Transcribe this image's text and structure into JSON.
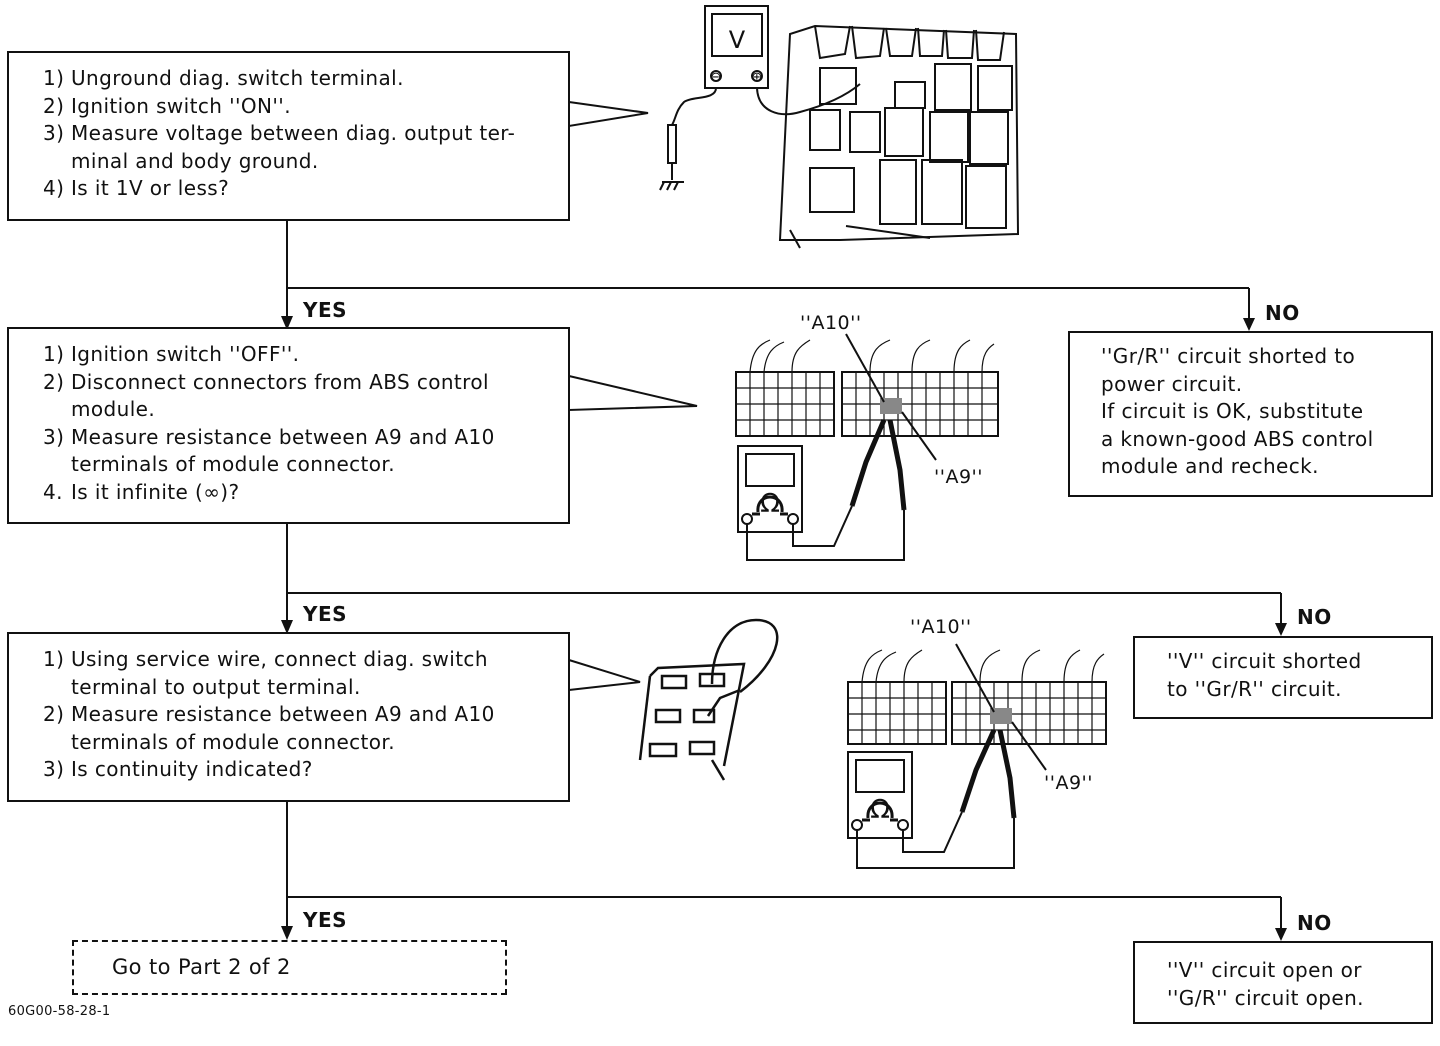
{
  "step1": {
    "items": [
      {
        "num": "1)",
        "text": "Unground diag. switch terminal."
      },
      {
        "num": "2)",
        "text": "Ignition switch ''ON''."
      },
      {
        "num": "3)",
        "text": "Measure voltage between diag. output ter-minal and body ground."
      },
      {
        "num": "4)",
        "text": "Is it 1V or less?"
      }
    ]
  },
  "step2": {
    "items": [
      {
        "num": "1)",
        "text": "Ignition switch ''OFF''."
      },
      {
        "num": "2)",
        "text": "Disconnect connectors from ABS control module."
      },
      {
        "num": "3)",
        "text": "Measure resistance between A9 and A10 terminals of module connector."
      },
      {
        "num": "4.",
        "text": "Is it infinite (∞)?"
      }
    ]
  },
  "step3": {
    "items": [
      {
        "num": "1)",
        "text": "Using service wire, connect diag. switch terminal to output terminal."
      },
      {
        "num": "2)",
        "text": "Measure resistance between A9 and A10 terminals of module connector."
      },
      {
        "num": "3)",
        "text": "Is continuity indicated?"
      }
    ]
  },
  "branch_labels": {
    "yes": "YES",
    "no": "NO"
  },
  "result1": {
    "lines": [
      "''Gr/R'' circuit shorted to",
      "power circuit.",
      "If circuit is OK, substitute",
      "a known-good ABS control",
      "module and recheck."
    ]
  },
  "result2": {
    "lines": [
      "''V'' circuit shorted",
      "to ''Gr/R'' circuit."
    ]
  },
  "result3": {
    "lines": [
      "''V'' circuit open or",
      "''G/R'' circuit open."
    ]
  },
  "goto": {
    "text": "Go to Part 2 of 2"
  },
  "terminals": {
    "a10": "''A10''",
    "a9": "''A9''"
  },
  "meter_symbols": {
    "volt": "V",
    "ohm": "Ω",
    "minus": "⊖",
    "plus": "⊕"
  },
  "figure_code": "60G00-58-28-1"
}
